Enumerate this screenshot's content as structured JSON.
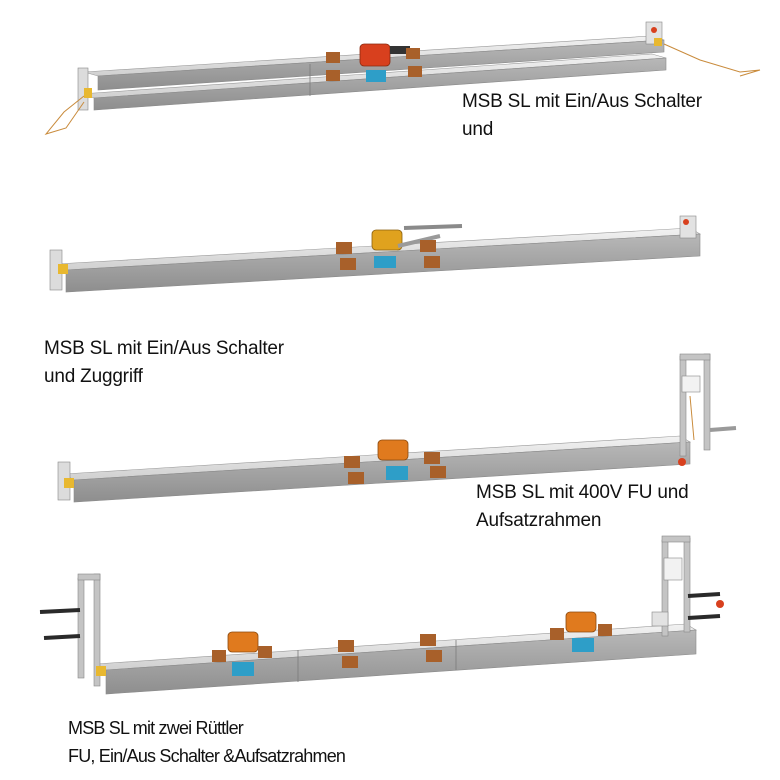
{
  "captions": [
    {
      "line1": "MSB SL mit Ein/Aus Schalter",
      "line2": "und"
    },
    {
      "line1": "MSB SL mit Ein/Aus Schalter",
      "line2": "und Zuggriff"
    },
    {
      "line1": "MSB SL mit 400V FU und",
      "line2": "Aufsatzrahmen"
    },
    {
      "line1": "MSB SL mit zwei Rüttler",
      "line2": "FU, Ein/Aus Schalter &Aufsatzrahmen"
    }
  ],
  "colors": {
    "rail_top": "#e4e4e4",
    "rail_side": "#a9a9a9",
    "bracket_brown": "#a8602a",
    "motor_blue": "#2e9ec8",
    "motor_orange": "#e07a1e",
    "motor_red": "#d8401e",
    "end_yellow": "#e8b830",
    "frame_grey": "#bdbdbd",
    "handle_black": "#2a2a2a"
  }
}
